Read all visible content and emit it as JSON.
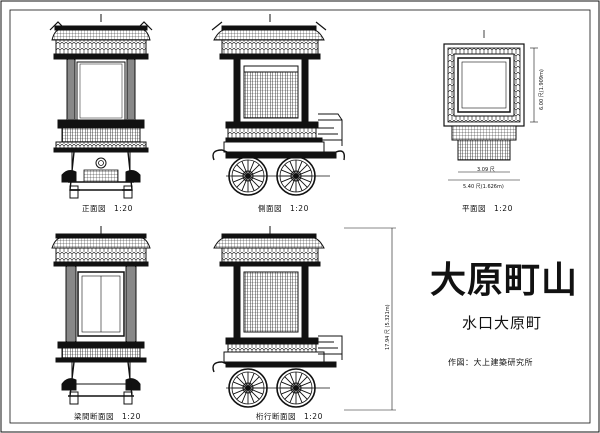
{
  "title": "大原町山",
  "subtitle": "水口大原町",
  "credit": "作図：大上建築研究所",
  "views": {
    "front": "正面図　1:20",
    "side": "側面図　1:20",
    "plan": "平面図　1:20",
    "beam_section": "梁間断面図　1:20",
    "girder_section": "桁行断面図　1:20"
  },
  "dimensions": {
    "plan_width": "3.09 尺",
    "plan_width_full": "5.40 尺(1.626m)",
    "plan_depth": "6.00 尺(1.909m)",
    "overall_height": "17.94 尺 (5.321m)"
  }
}
